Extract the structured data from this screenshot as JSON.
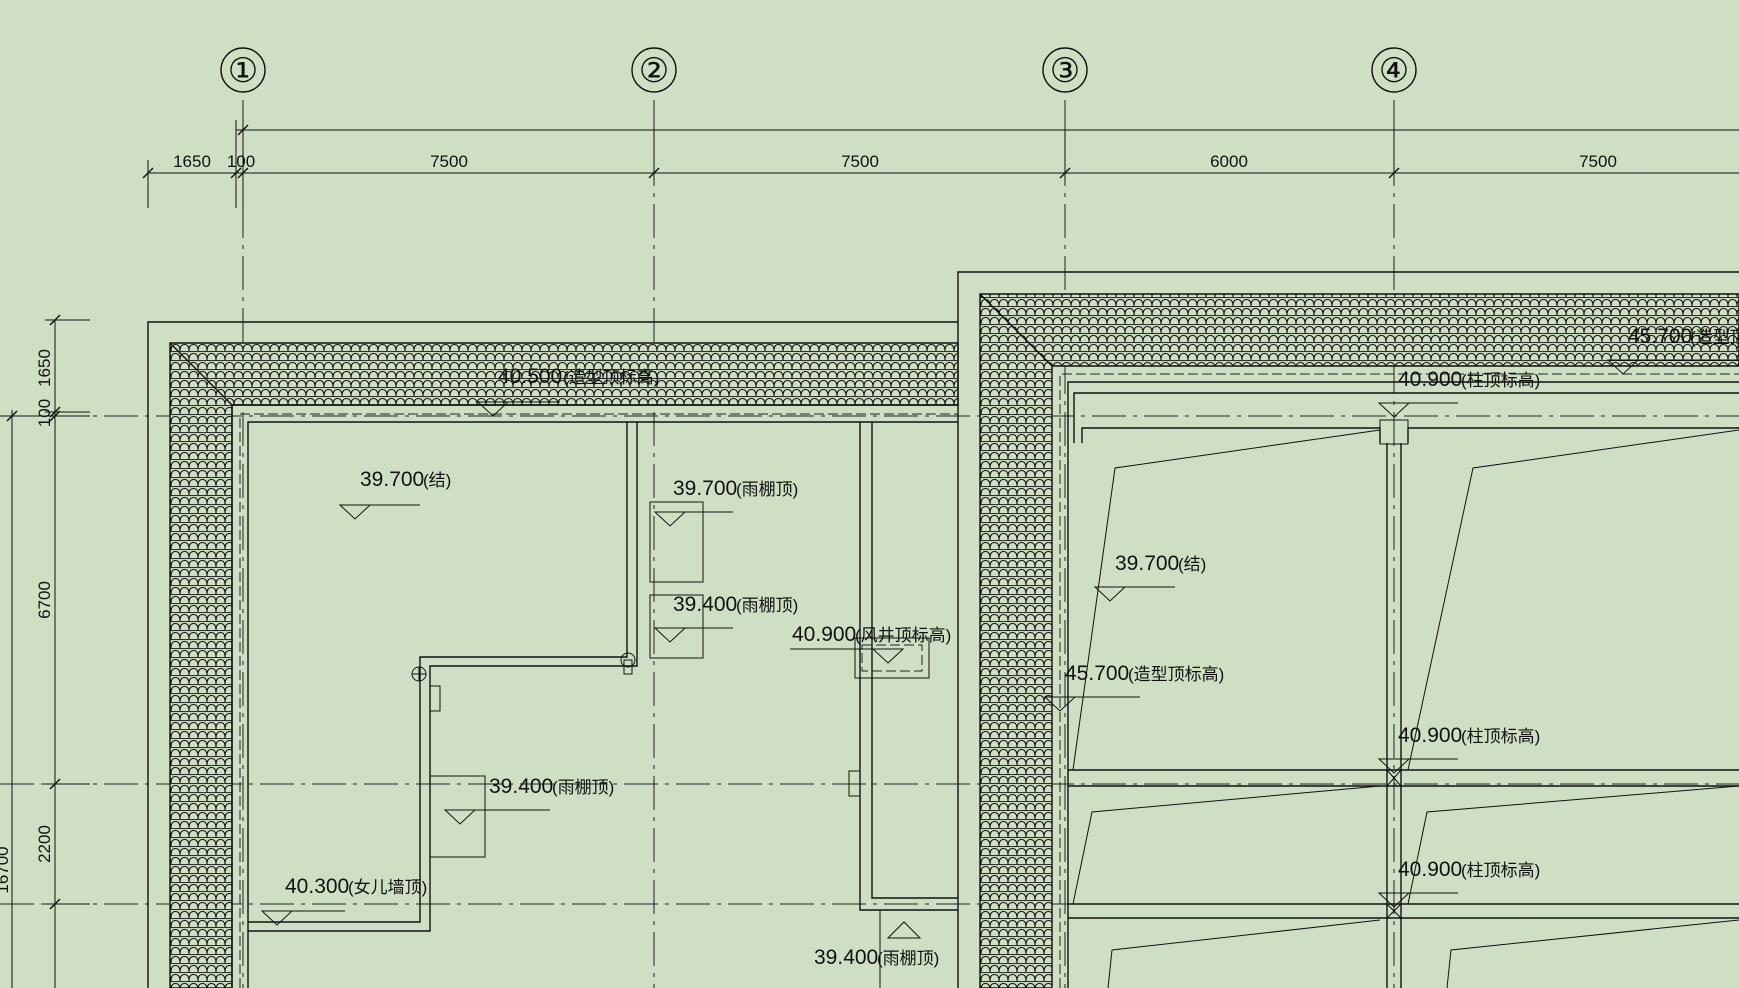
{
  "colors": {
    "background": "#cfdfc4",
    "line": "#111111",
    "tile_hatch": "#111111"
  },
  "grid_bubbles": [
    "①",
    "②",
    "③",
    "④"
  ],
  "top_dimensions": [
    "1650",
    "100",
    "7500",
    "7500",
    "6000",
    "7500"
  ],
  "left_dimensions": [
    "1650",
    "100",
    "6700",
    "2200",
    "16700"
  ],
  "levels": [
    {
      "value": "40.500",
      "note": "(造型顶标高)"
    },
    {
      "value": "39.700",
      "note": "(结)"
    },
    {
      "value": "39.700",
      "note": "(雨棚顶)"
    },
    {
      "value": "39.400",
      "note": "(雨棚顶)"
    },
    {
      "value": "40.900",
      "note": "(风井顶标高)"
    },
    {
      "value": "39.400",
      "note": "(雨棚顶)"
    },
    {
      "value": "40.300",
      "note": "(女儿墙顶)"
    },
    {
      "value": "39.400",
      "note": "(雨棚顶)"
    },
    {
      "value": "45.700",
      "note": "(造型顶"
    },
    {
      "value": "40.900",
      "note": "(柱顶标高)"
    },
    {
      "value": "39.700",
      "note": "(结)"
    },
    {
      "value": "45.700",
      "note": "(造型顶标高)"
    },
    {
      "value": "40.900",
      "note": "(柱顶标高)"
    },
    {
      "value": "40.900",
      "note": "(柱顶标高)"
    }
  ]
}
